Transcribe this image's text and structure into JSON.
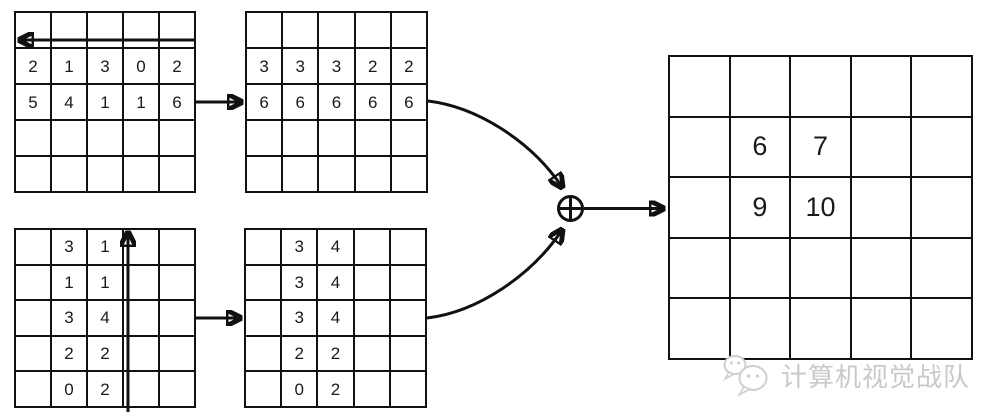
{
  "colors": {
    "line": "#111111",
    "digit": "#1a1a1a",
    "watermark": "#c9c9c9"
  },
  "grids": {
    "top_left": {
      "cells": [
        [
          "",
          "",
          "",
          "",
          ""
        ],
        [
          "2",
          "1",
          "3",
          "0",
          "2"
        ],
        [
          "5",
          "4",
          "1",
          "1",
          "6"
        ],
        [
          "",
          "",
          "",
          "",
          ""
        ],
        [
          "",
          "",
          "",
          "",
          ""
        ]
      ]
    },
    "top_middle": {
      "cells": [
        [
          "",
          "",
          "",
          "",
          ""
        ],
        [
          "3",
          "3",
          "3",
          "2",
          "2"
        ],
        [
          "6",
          "6",
          "6",
          "6",
          "6"
        ],
        [
          "",
          "",
          "",
          "",
          ""
        ],
        [
          "",
          "",
          "",
          "",
          ""
        ]
      ]
    },
    "bottom_left": {
      "cells": [
        [
          "",
          "3",
          "1",
          "",
          ""
        ],
        [
          "",
          "1",
          "1",
          "",
          ""
        ],
        [
          "",
          "3",
          "4",
          "",
          ""
        ],
        [
          "",
          "2",
          "2",
          "",
          ""
        ],
        [
          "",
          "0",
          "2",
          "",
          ""
        ]
      ]
    },
    "bottom_middle": {
      "cells": [
        [
          "",
          "3",
          "4",
          "",
          ""
        ],
        [
          "",
          "3",
          "4",
          "",
          ""
        ],
        [
          "",
          "3",
          "4",
          "",
          ""
        ],
        [
          "",
          "2",
          "2",
          "",
          ""
        ],
        [
          "",
          "0",
          "2",
          "",
          ""
        ]
      ]
    },
    "result": {
      "cells": [
        [
          "",
          "",
          "",
          "",
          ""
        ],
        [
          "",
          "6",
          "7",
          "",
          ""
        ],
        [
          "",
          "9",
          "10",
          "",
          ""
        ],
        [
          "",
          "",
          "",
          "",
          ""
        ],
        [
          "",
          "",
          "",
          "",
          ""
        ]
      ]
    }
  },
  "operator": {
    "symbol": "⊕"
  },
  "watermark": {
    "text": "计算机视觉战队"
  }
}
